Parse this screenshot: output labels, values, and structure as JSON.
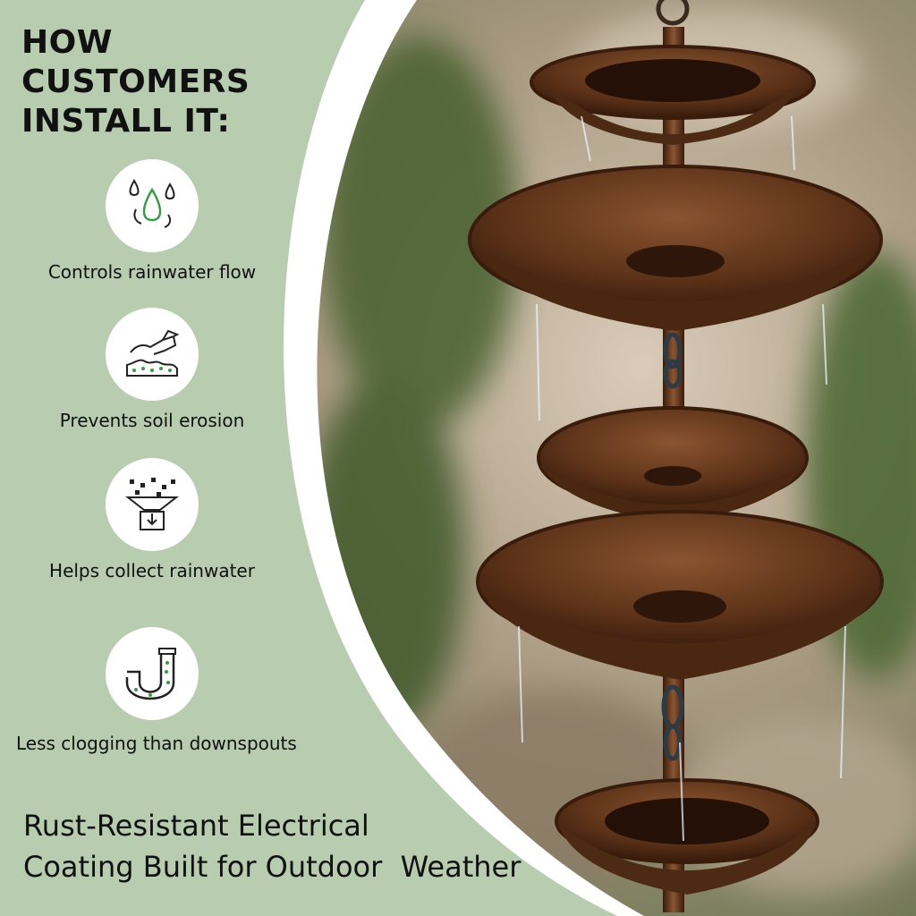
{
  "heading": [
    "HOW",
    "CUSTOMERS",
    "INSTALL IT:"
  ],
  "features": [
    {
      "icon": "raindrops-icon",
      "label": "Controls rainwater flow"
    },
    {
      "icon": "soil-watering-icon",
      "label": "Prevents soil erosion"
    },
    {
      "icon": "rain-collector-icon",
      "label": "Helps collect rainwater"
    },
    {
      "icon": "pipe-trap-icon",
      "label": "Less clogging than downspouts"
    }
  ],
  "tagline": [
    "Rust-Resistant Electrical",
    "Coating Built for Outdoor  Weather"
  ],
  "colors": {
    "panel": "#b8ccb0",
    "copper": "#6a3a1c",
    "text": "#111111"
  }
}
